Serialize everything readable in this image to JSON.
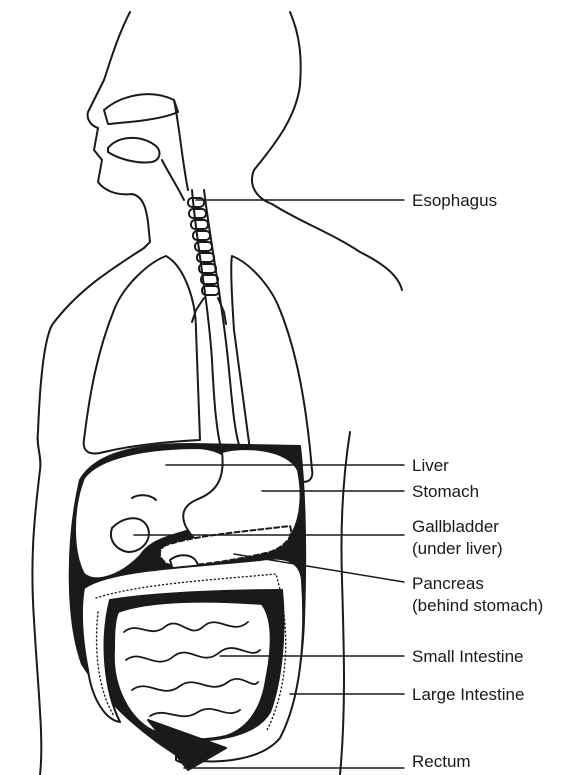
{
  "labels": {
    "esophagus": "Esophagus",
    "liver": "Liver",
    "stomach": "Stomach",
    "gallbladder": "Gallbladder",
    "gallbladder_note": "(under liver)",
    "pancreas": "Pancreas",
    "pancreas_note": "(behind stomach)",
    "small_intestine": "Small Intestine",
    "large_intestine": "Large Intestine",
    "rectum": "Rectum"
  },
  "colors": {
    "ink": "#1a1a1a",
    "background": "#ffffff"
  }
}
